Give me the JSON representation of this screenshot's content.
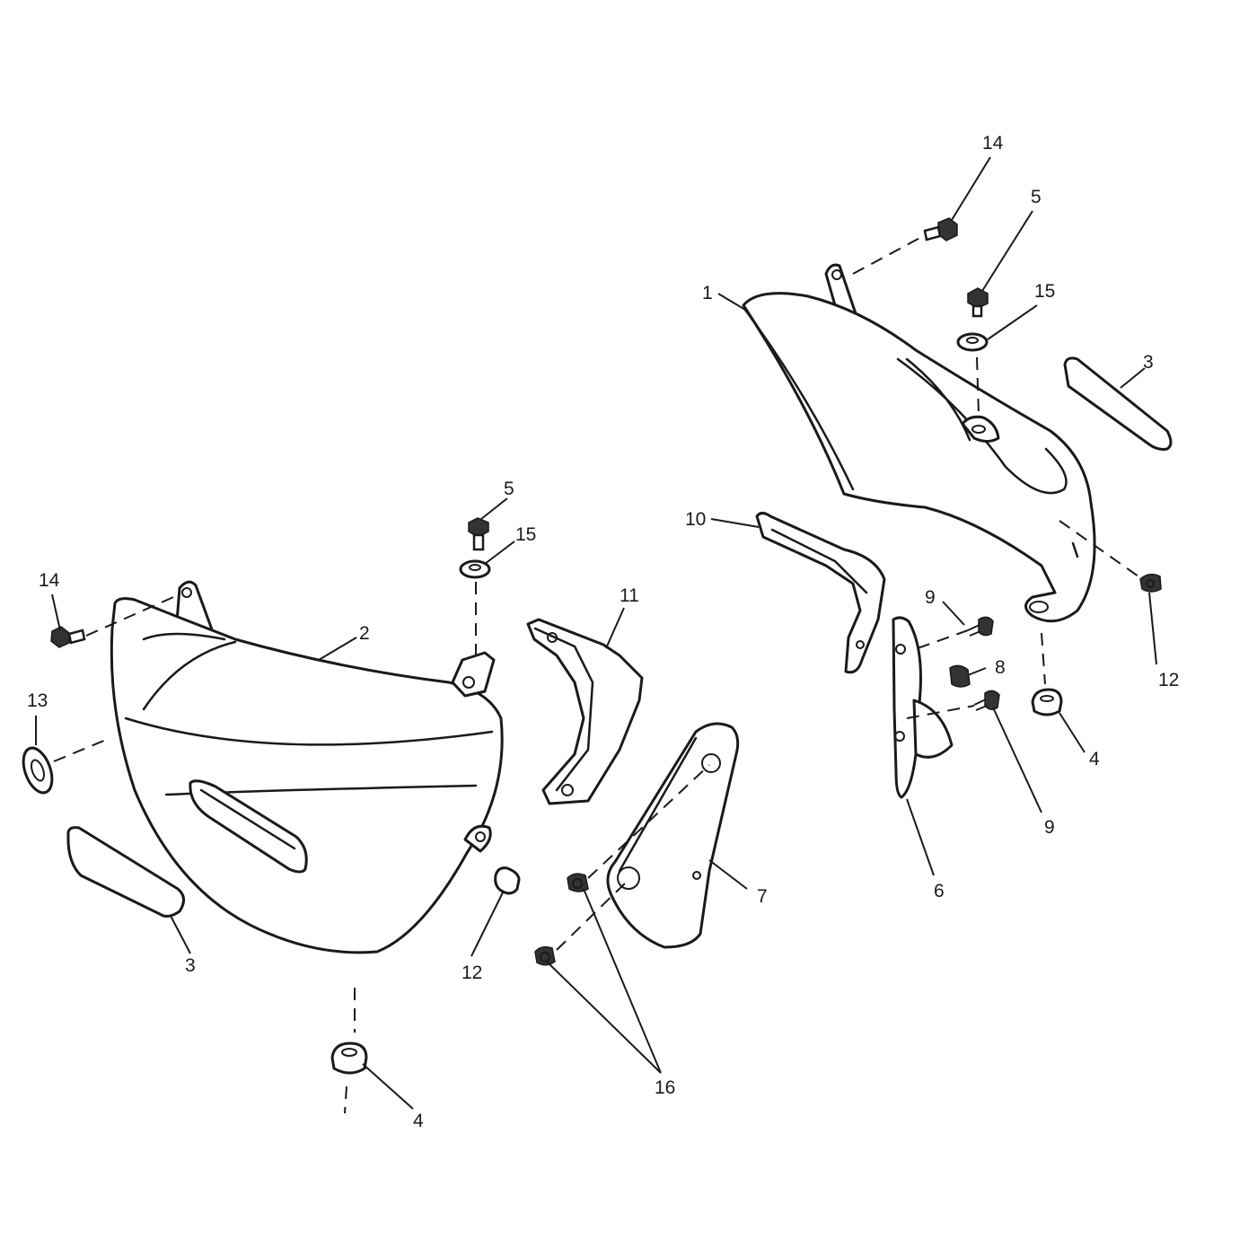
{
  "callouts": {
    "c1": "1",
    "c2": "2",
    "c3_left": "3",
    "c3_right": "3",
    "c4_left": "4",
    "c4_right": "4",
    "c5_left": "5",
    "c5_right": "5",
    "c6": "6",
    "c7": "7",
    "c8": "8",
    "c9_upper": "9",
    "c9_lower": "9",
    "c10": "10",
    "c11": "11",
    "c12_left": "12",
    "c12_right": "12",
    "c13": "13",
    "c14_left": "14",
    "c14_right": "14",
    "c15_left": "15",
    "c15_right": "15",
    "c16": "16"
  }
}
